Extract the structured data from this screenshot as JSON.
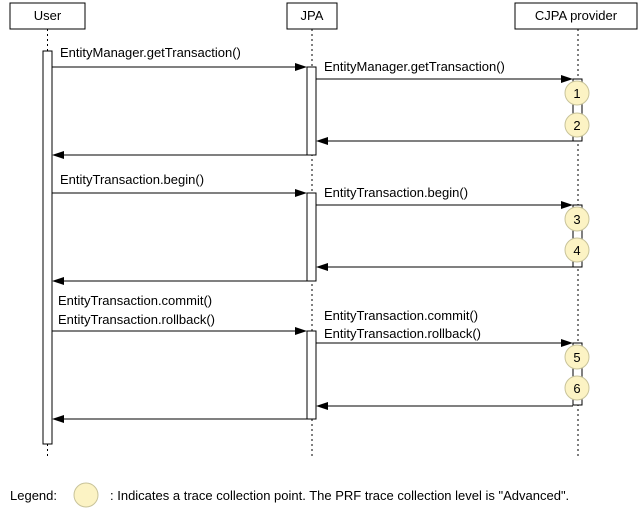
{
  "lifelines": {
    "user": "User",
    "jpa": "JPA",
    "provider": "CJPA provider"
  },
  "messages": {
    "get_transaction_user": "EntityManager.getTransaction()",
    "get_transaction_jpa": "EntityManager.getTransaction()",
    "begin_user": "EntityTransaction.begin()",
    "begin_jpa": "EntityTransaction.begin()",
    "commit_user": "EntityTransaction.commit()",
    "rollback_user": "EntityTransaction.rollback()",
    "commit_jpa": "EntityTransaction.commit()",
    "rollback_jpa": "EntityTransaction.rollback()"
  },
  "trace_points": [
    "1",
    "2",
    "3",
    "4",
    "5",
    "6"
  ],
  "legend": {
    "label": "Legend:",
    "text": ": Indicates a trace collection point. The PRF trace collection level is \"Advanced\"."
  },
  "colors": {
    "trace_point_fill": "#fcf3c4",
    "trace_point_stroke": "#c8c39a"
  }
}
